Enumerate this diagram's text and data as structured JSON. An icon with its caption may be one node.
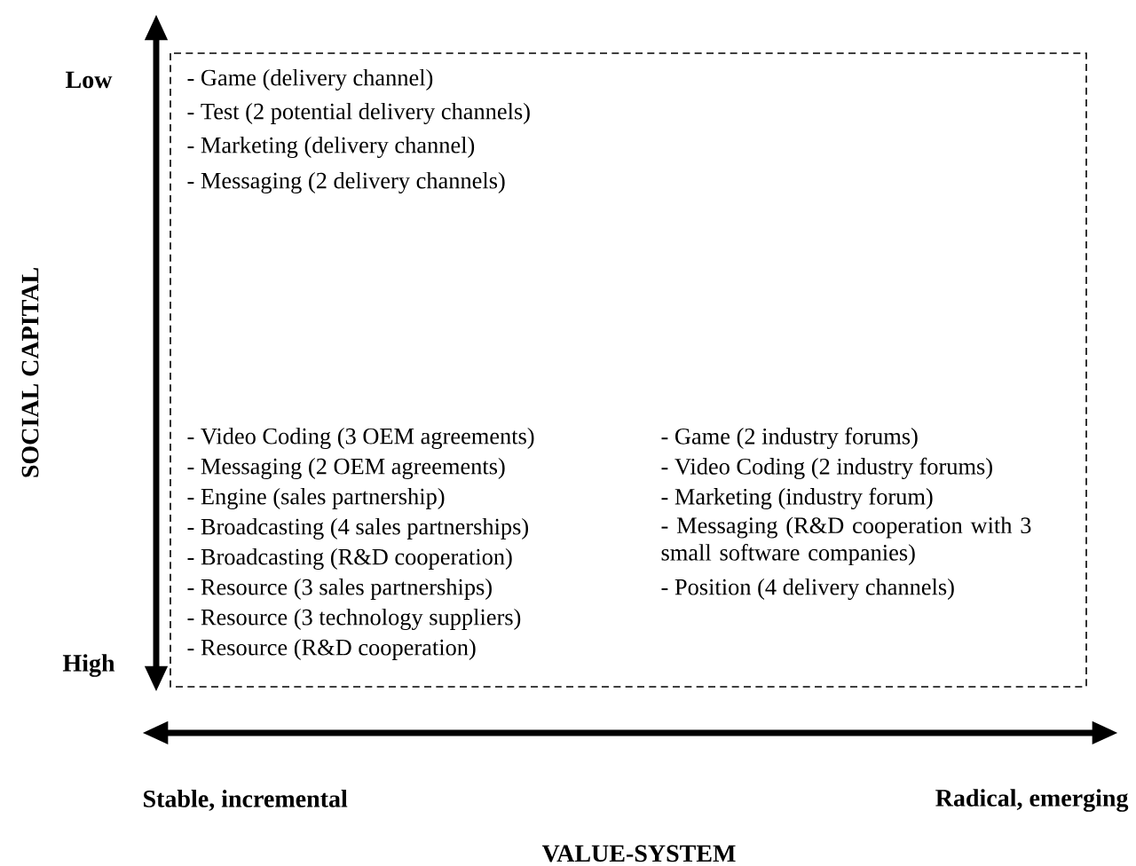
{
  "diagram": {
    "labels": [
      "Low",
      "- Game (delivery channel)",
      "- Test (2 potential delivery channels)",
      "- Marketing (delivery channel)",
      "- Messaging (2 delivery channels)",
      "SOCIAL CAPITAL",
      "- Video Coding (3 OEM agreements)",
      "- Game (2 industry forums)",
      "- Messaging (2 OEM agreements)",
      "- Video Coding (2 industry forums)",
      "- Engine (sales partnership)",
      "- Marketing (industry forum)",
      "- Broadcasting (4 sales partnerships)",
      "- Messaging (R&D cooperation with 3 small software companies)",
      "- Broadcasting (R&D cooperation)",
      "- Resource (3 sales partnerships)",
      "- Position (4 delivery channels)",
      "- Resource (3 technology suppliers)",
      "- Resource (R&D cooperation)",
      "High",
      "Stable, incremental",
      "Radical, emerging",
      "VALUE-SYSTEM"
    ]
  }
}
